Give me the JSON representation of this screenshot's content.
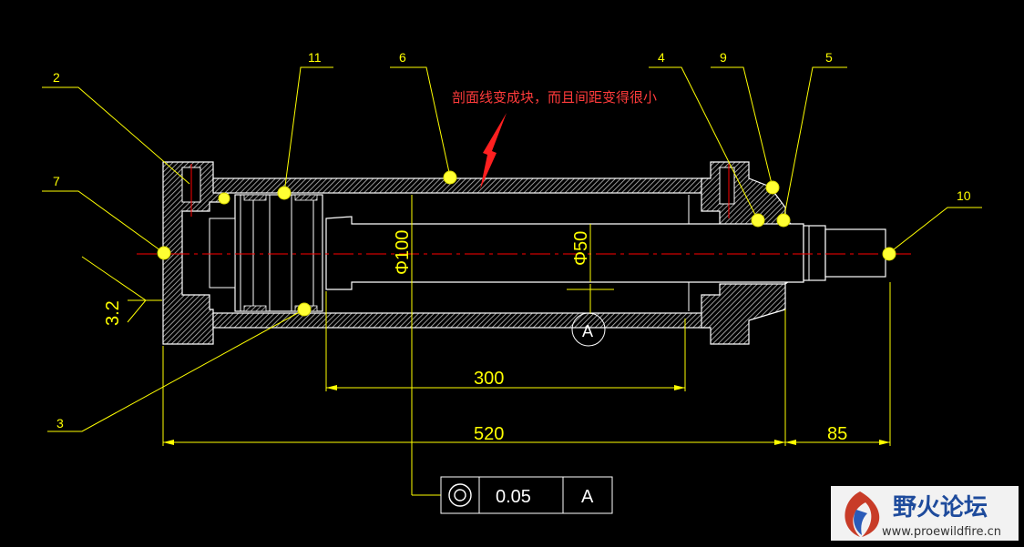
{
  "drawing": {
    "colors": {
      "background": "#000000",
      "outline": "#ffffff",
      "dimension": "#ffff00",
      "centerline": "#ff0000",
      "hatch": "#c8c8c8",
      "annotation": "#ff3b3b",
      "balloon": "#ffff33"
    },
    "callouts": [
      "2",
      "11",
      "6",
      "4",
      "9",
      "5",
      "7",
      "10",
      "3"
    ],
    "dimensions": {
      "d100": "Φ100",
      "d50": "Φ50",
      "len300": "300",
      "len520": "520",
      "len85": "85",
      "roughness": "3.2",
      "datum": "A"
    },
    "annotation": "剖面线变成块，而且间距变得很小",
    "tolerance_frame": {
      "symbol": "concentricity-icon",
      "value": "0.05",
      "datum": "A"
    }
  },
  "watermark": {
    "title": "野火论坛",
    "url": "www.proewildfire.cn"
  }
}
